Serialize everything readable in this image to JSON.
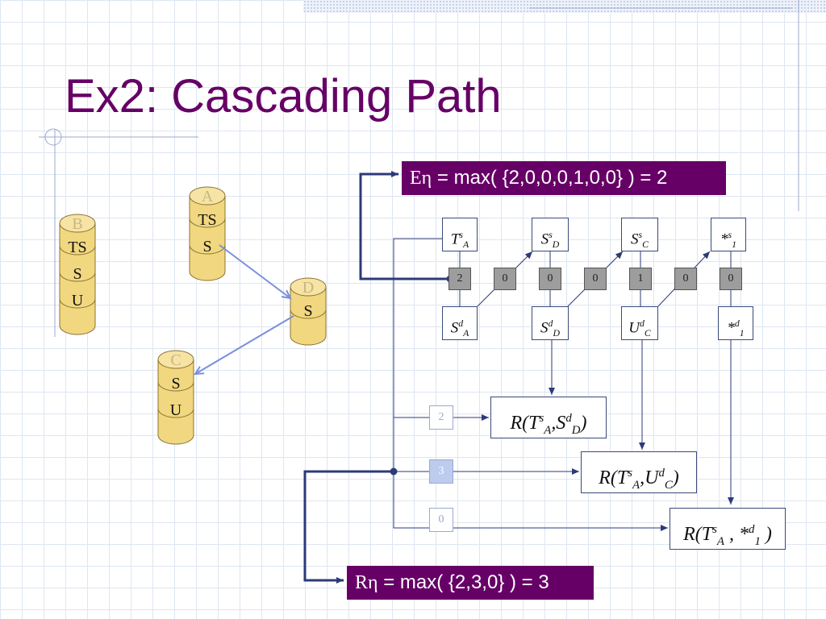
{
  "title": "Ex2: Cascading Path",
  "formula_e": {
    "symbol": "Eη",
    "text": " = max( {2,0,0,0,1,0,0} ) = 2"
  },
  "formula_r": {
    "symbol": "Rη",
    "text": " = max( {2,3,0} ) = 3"
  },
  "cylinders": [
    {
      "id": "B",
      "name": "B",
      "layers": [
        "TS",
        "S",
        "U"
      ]
    },
    {
      "id": "A",
      "name": "A",
      "layers": [
        "TS",
        "S"
      ]
    },
    {
      "id": "D",
      "name": "D",
      "layers": [
        "S"
      ]
    },
    {
      "id": "C",
      "name": "C",
      "layers": [
        "S",
        "U"
      ]
    }
  ],
  "top_nodes": [
    {
      "base": "T",
      "sup": "s",
      "sub": "A"
    },
    {
      "base": "S",
      "sup": "s",
      "sub": "D"
    },
    {
      "base": "S",
      "sup": "s",
      "sub": "C"
    },
    {
      "base": "*",
      "sup": "s",
      "sub": "1"
    }
  ],
  "bottom_nodes": [
    {
      "base": "S",
      "sup": "d",
      "sub": "A"
    },
    {
      "base": "S",
      "sup": "d",
      "sub": "D"
    },
    {
      "base": "U",
      "sup": "d",
      "sub": "C"
    },
    {
      "base": "*",
      "sup": "d",
      "sub": "1"
    }
  ],
  "cost_cells": [
    "2",
    "0",
    "0",
    "0",
    "1",
    "0",
    "0"
  ],
  "left_cells": [
    "2",
    "3",
    "0"
  ],
  "results": [
    {
      "prefix": "R(",
      "b1": "T",
      "s1": "s",
      "d1": "A",
      "sep": ",",
      "b2": "S",
      "s2": "d",
      "d2": "D",
      "suffix": ")"
    },
    {
      "prefix": "R(",
      "b1": "T",
      "s1": "s",
      "d1": "A",
      "sep": ",",
      "b2": "U",
      "s2": "d",
      "d2": "C",
      "suffix": ")"
    },
    {
      "prefix": "R(",
      "b1": "T",
      "s1": "s",
      "d1": "A",
      "sep": " , ",
      "b2": "*",
      "s2": "d",
      "d2": "1",
      "suffix": " )"
    }
  ],
  "colors": {
    "title": "#660066",
    "formula_bg": "#660066",
    "cylinder_fill": "#f1d77f",
    "cylinder_stroke": "#8a7434",
    "arrow_blue": "#7a8fdc",
    "line_dark": "#2d3a78"
  }
}
